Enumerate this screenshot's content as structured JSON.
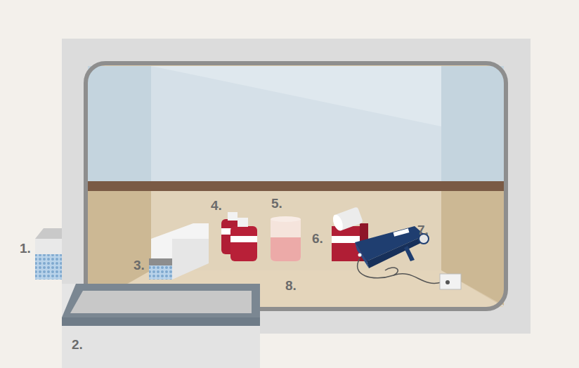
{
  "diagram": {
    "labels": [
      "1.",
      "2.",
      "3.",
      "4.",
      "5.",
      "6.",
      "7.",
      "8."
    ]
  }
}
